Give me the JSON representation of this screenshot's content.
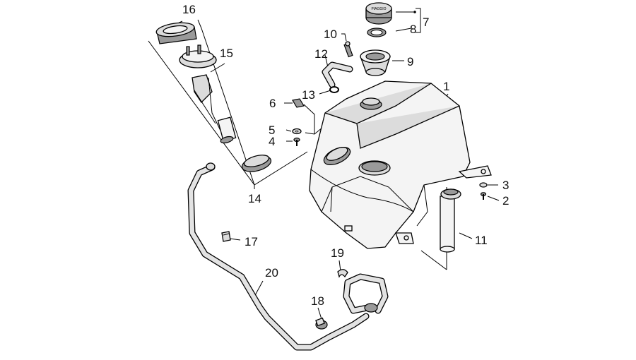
{
  "diagram": {
    "callouts": [
      "1",
      "2",
      "3",
      "4",
      "5",
      "6",
      "7",
      "8",
      "9",
      "10",
      "11",
      "12",
      "13",
      "14",
      "15",
      "16",
      "17",
      "18",
      "19",
      "20"
    ],
    "cap_logo_text": "PIAGGIO"
  }
}
